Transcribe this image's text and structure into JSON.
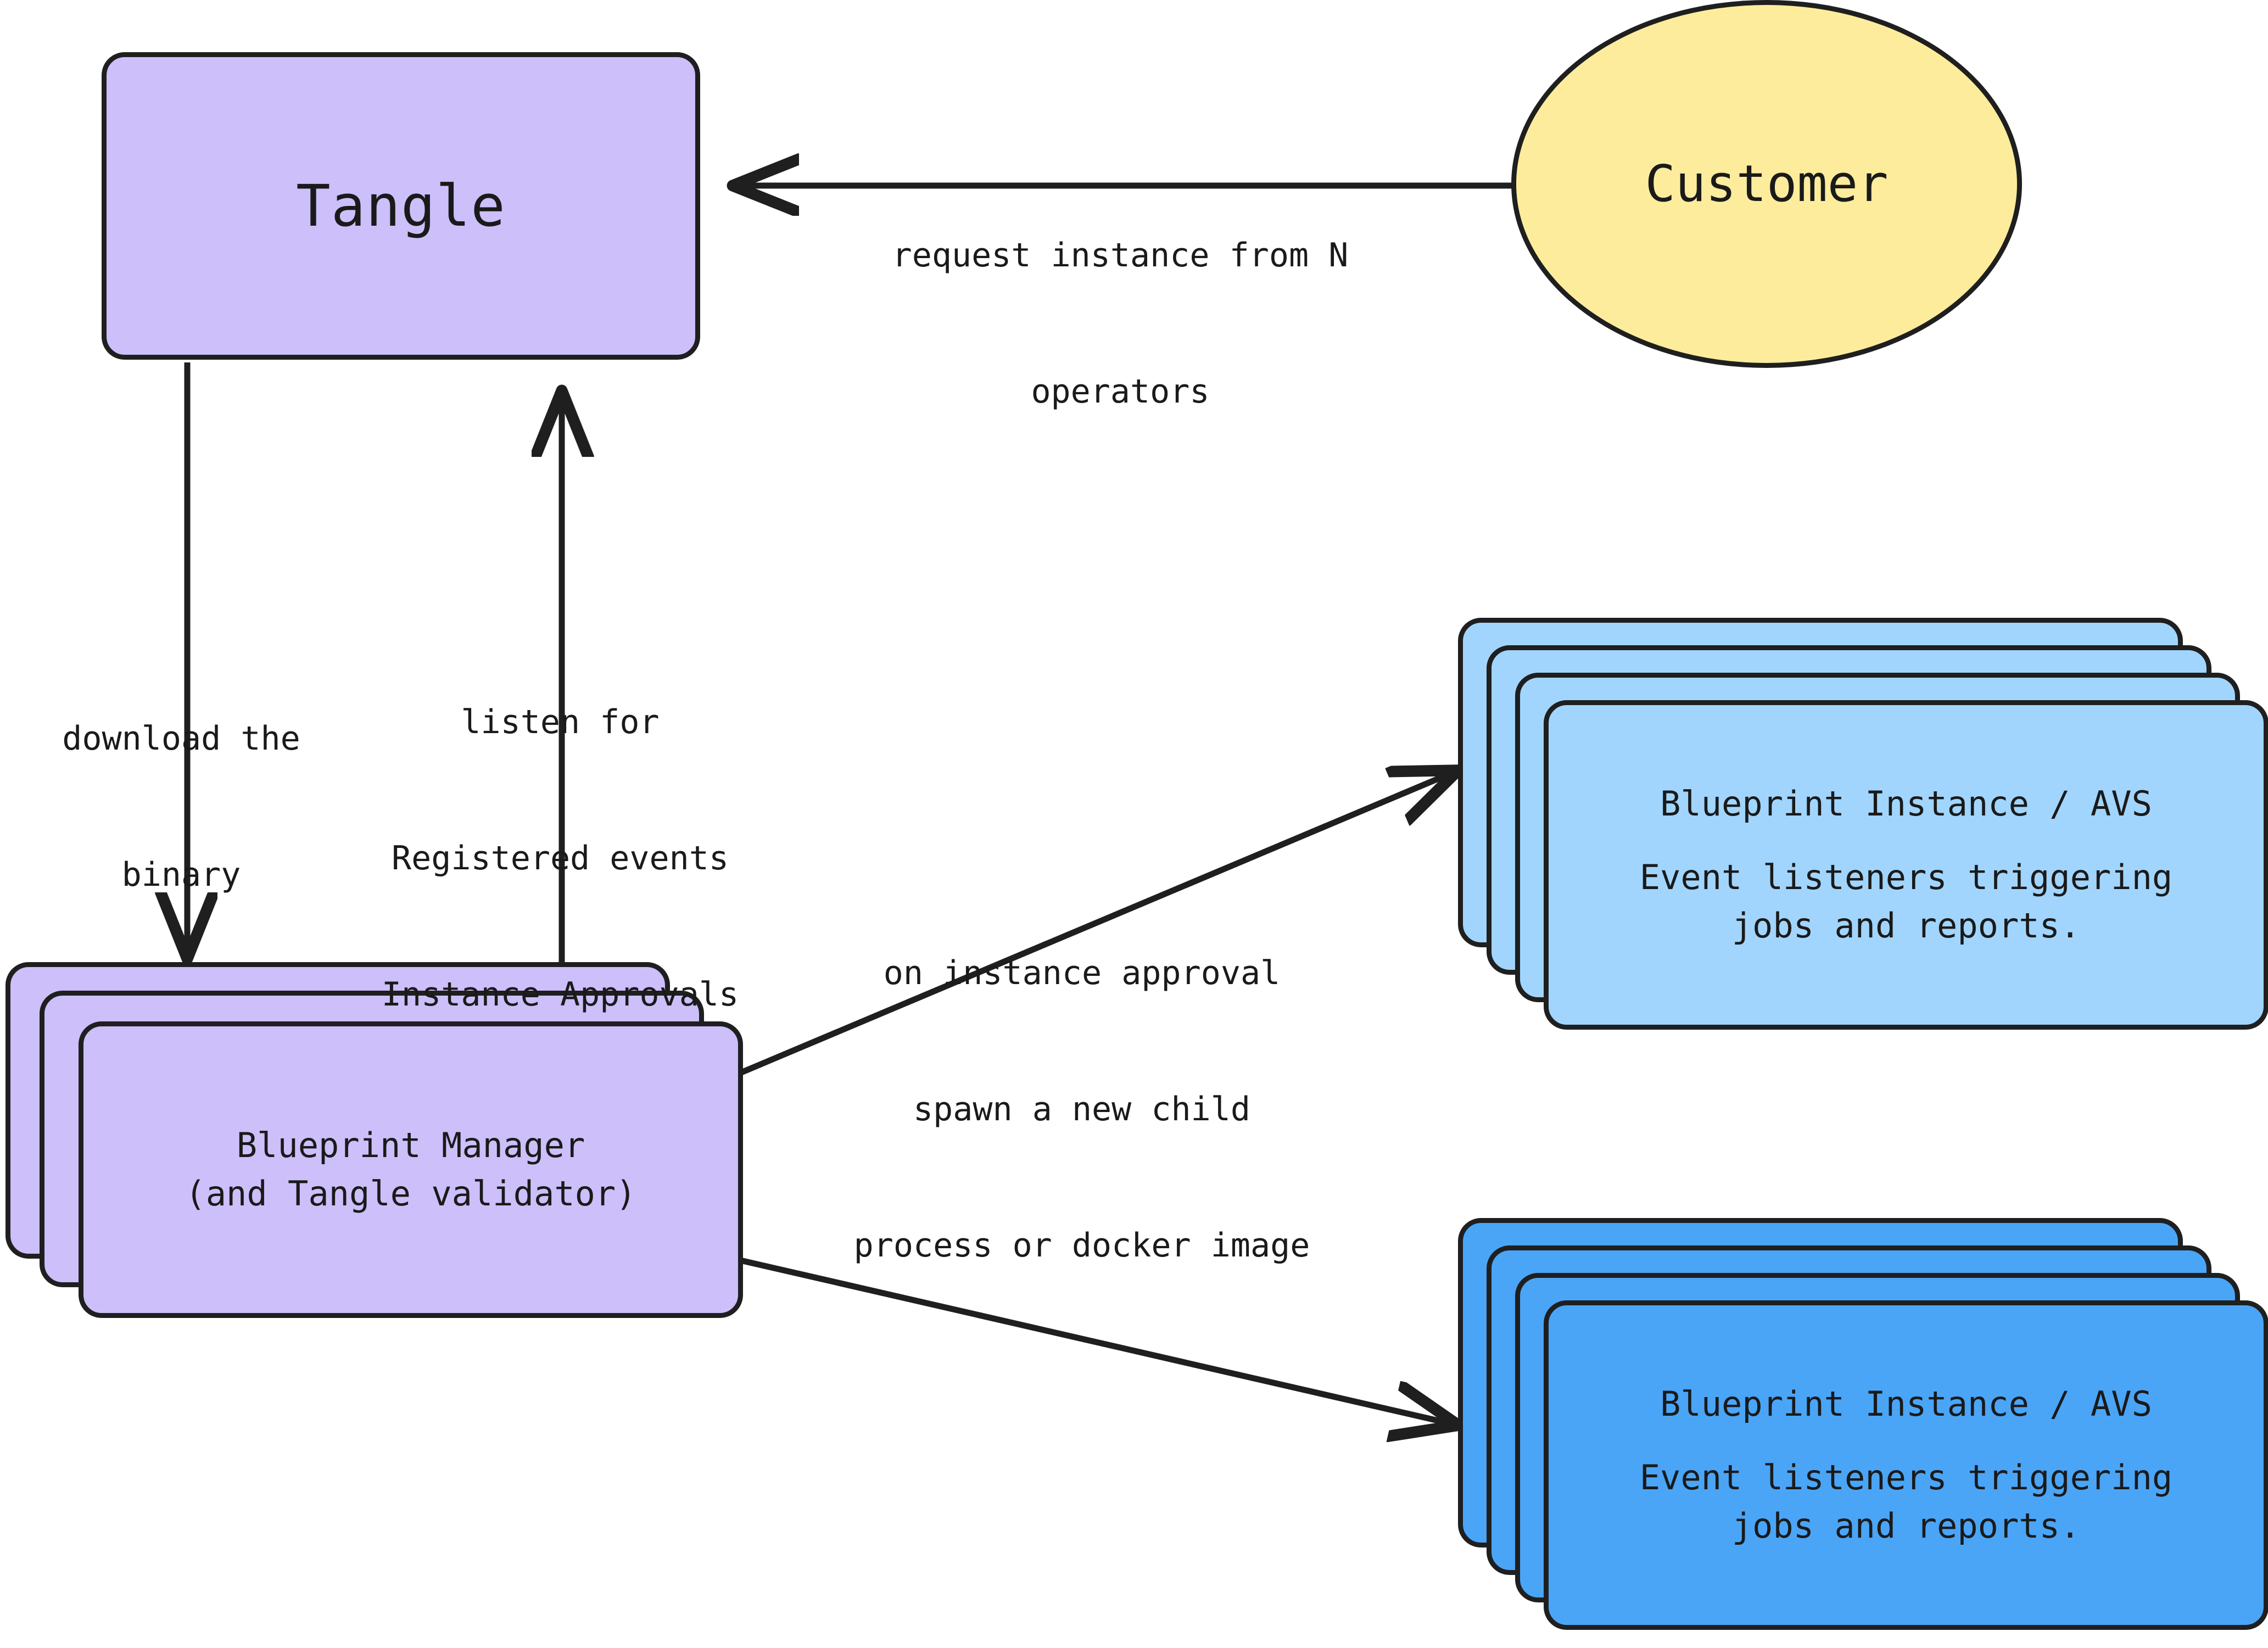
{
  "diagram": {
    "title": "Blueprint / AVS architecture flow",
    "background": "#ffffff",
    "stroke_color": "#1f1f1f",
    "colors": {
      "purple": "#CCBFFA",
      "yellow": "#FCEC9C",
      "light_blue": "#A1D5FD",
      "blue": "#4AA5F7",
      "text": "#1a1a1a"
    }
  },
  "nodes": {
    "tangle": {
      "label": "Tangle",
      "shape": "rounded-rectangle",
      "fill": "#CCBFFA"
    },
    "customer": {
      "label": "Customer",
      "shape": "ellipse",
      "fill": "#FCEC9C"
    },
    "blueprint_manager": {
      "line1": "Blueprint Manager",
      "line2": "(and Tangle validator)",
      "shape": "stacked-rounded-rectangle",
      "fill": "#CCBFFA",
      "stack_count": 3
    },
    "blueprint_instance_light": {
      "line1": "Blueprint Instance / AVS",
      "line2": "Event listeners triggering",
      "line3": "jobs and reports.",
      "shape": "stacked-rounded-rectangle",
      "fill": "#A1D5FD",
      "stack_count": 4
    },
    "blueprint_instance_dark": {
      "line1": "Blueprint Instance / AVS",
      "line2": "Event listeners triggering",
      "line3": "jobs and reports.",
      "shape": "stacked-rounded-rectangle",
      "fill": "#4AA5F7",
      "stack_count": 4
    }
  },
  "edges": {
    "customer_to_tangle": {
      "label_line1": "request instance from N",
      "label_line2": "operators",
      "from": "customer",
      "to": "tangle",
      "arrowhead": "left"
    },
    "tangle_to_manager": {
      "label_line1": "download the",
      "label_line2": "binary",
      "from": "tangle",
      "to": "blueprint_manager",
      "arrowhead": "down"
    },
    "manager_to_tangle": {
      "label_line1": "listen for",
      "label_line2": "Registered events",
      "label_line3": "Instance Approvals",
      "from": "blueprint_manager",
      "to": "tangle",
      "arrowhead": "up"
    },
    "manager_to_instances": {
      "label_line1": "on instance approval",
      "label_line2": "spawn a new child",
      "label_line3": "process or docker image",
      "from": "blueprint_manager",
      "to": "blueprint_instance_light, blueprint_instance_dark",
      "arrowhead": "diagonal"
    }
  }
}
